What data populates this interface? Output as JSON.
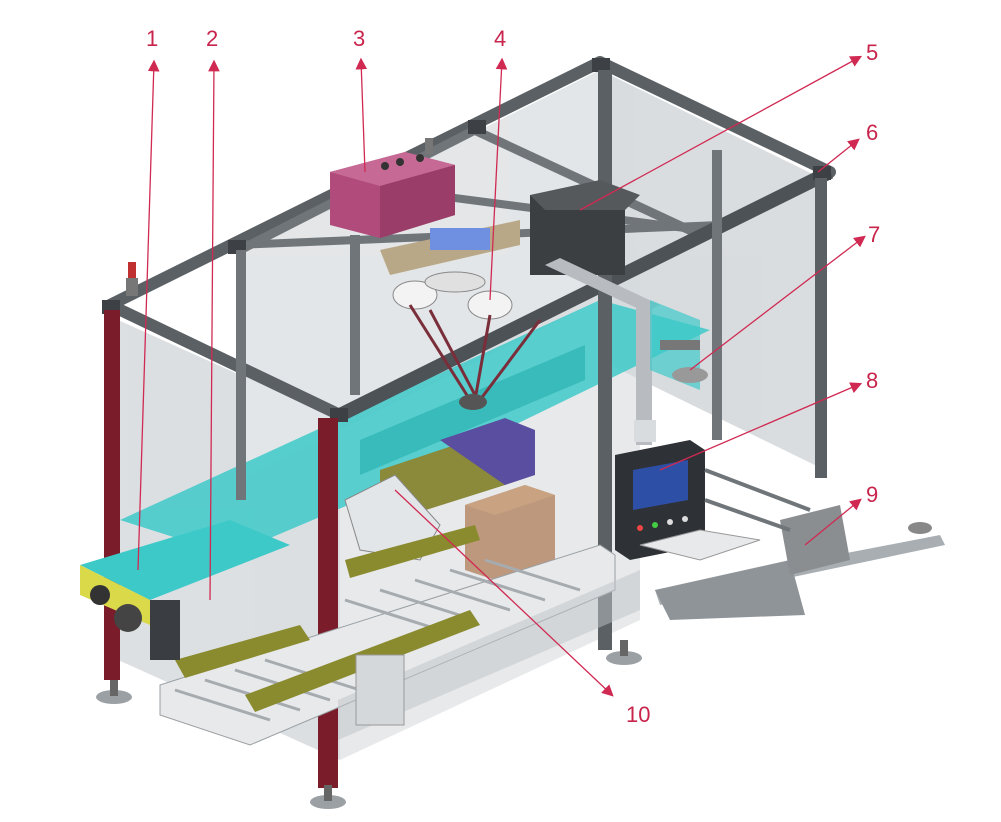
{
  "figure": {
    "callouts": [
      {
        "label": "1"
      },
      {
        "label": "2"
      },
      {
        "label": "3"
      },
      {
        "label": "4"
      },
      {
        "label": "5"
      },
      {
        "label": "6"
      },
      {
        "label": "7"
      },
      {
        "label": "8"
      },
      {
        "label": "9"
      },
      {
        "label": "10"
      }
    ],
    "colors": {
      "frame": "#6f7579",
      "frame_dark": "#4d5256",
      "upright": "#7a1c2a",
      "panel": "#c9ced2",
      "conveyor_belt": "#3ec9c9",
      "control_box": "#b14b7c",
      "guide_rail": "#7a7a2a",
      "carton": "#b58a6a",
      "hmi_screen": "#2d4fa6",
      "callout": "#c8244c"
    }
  }
}
